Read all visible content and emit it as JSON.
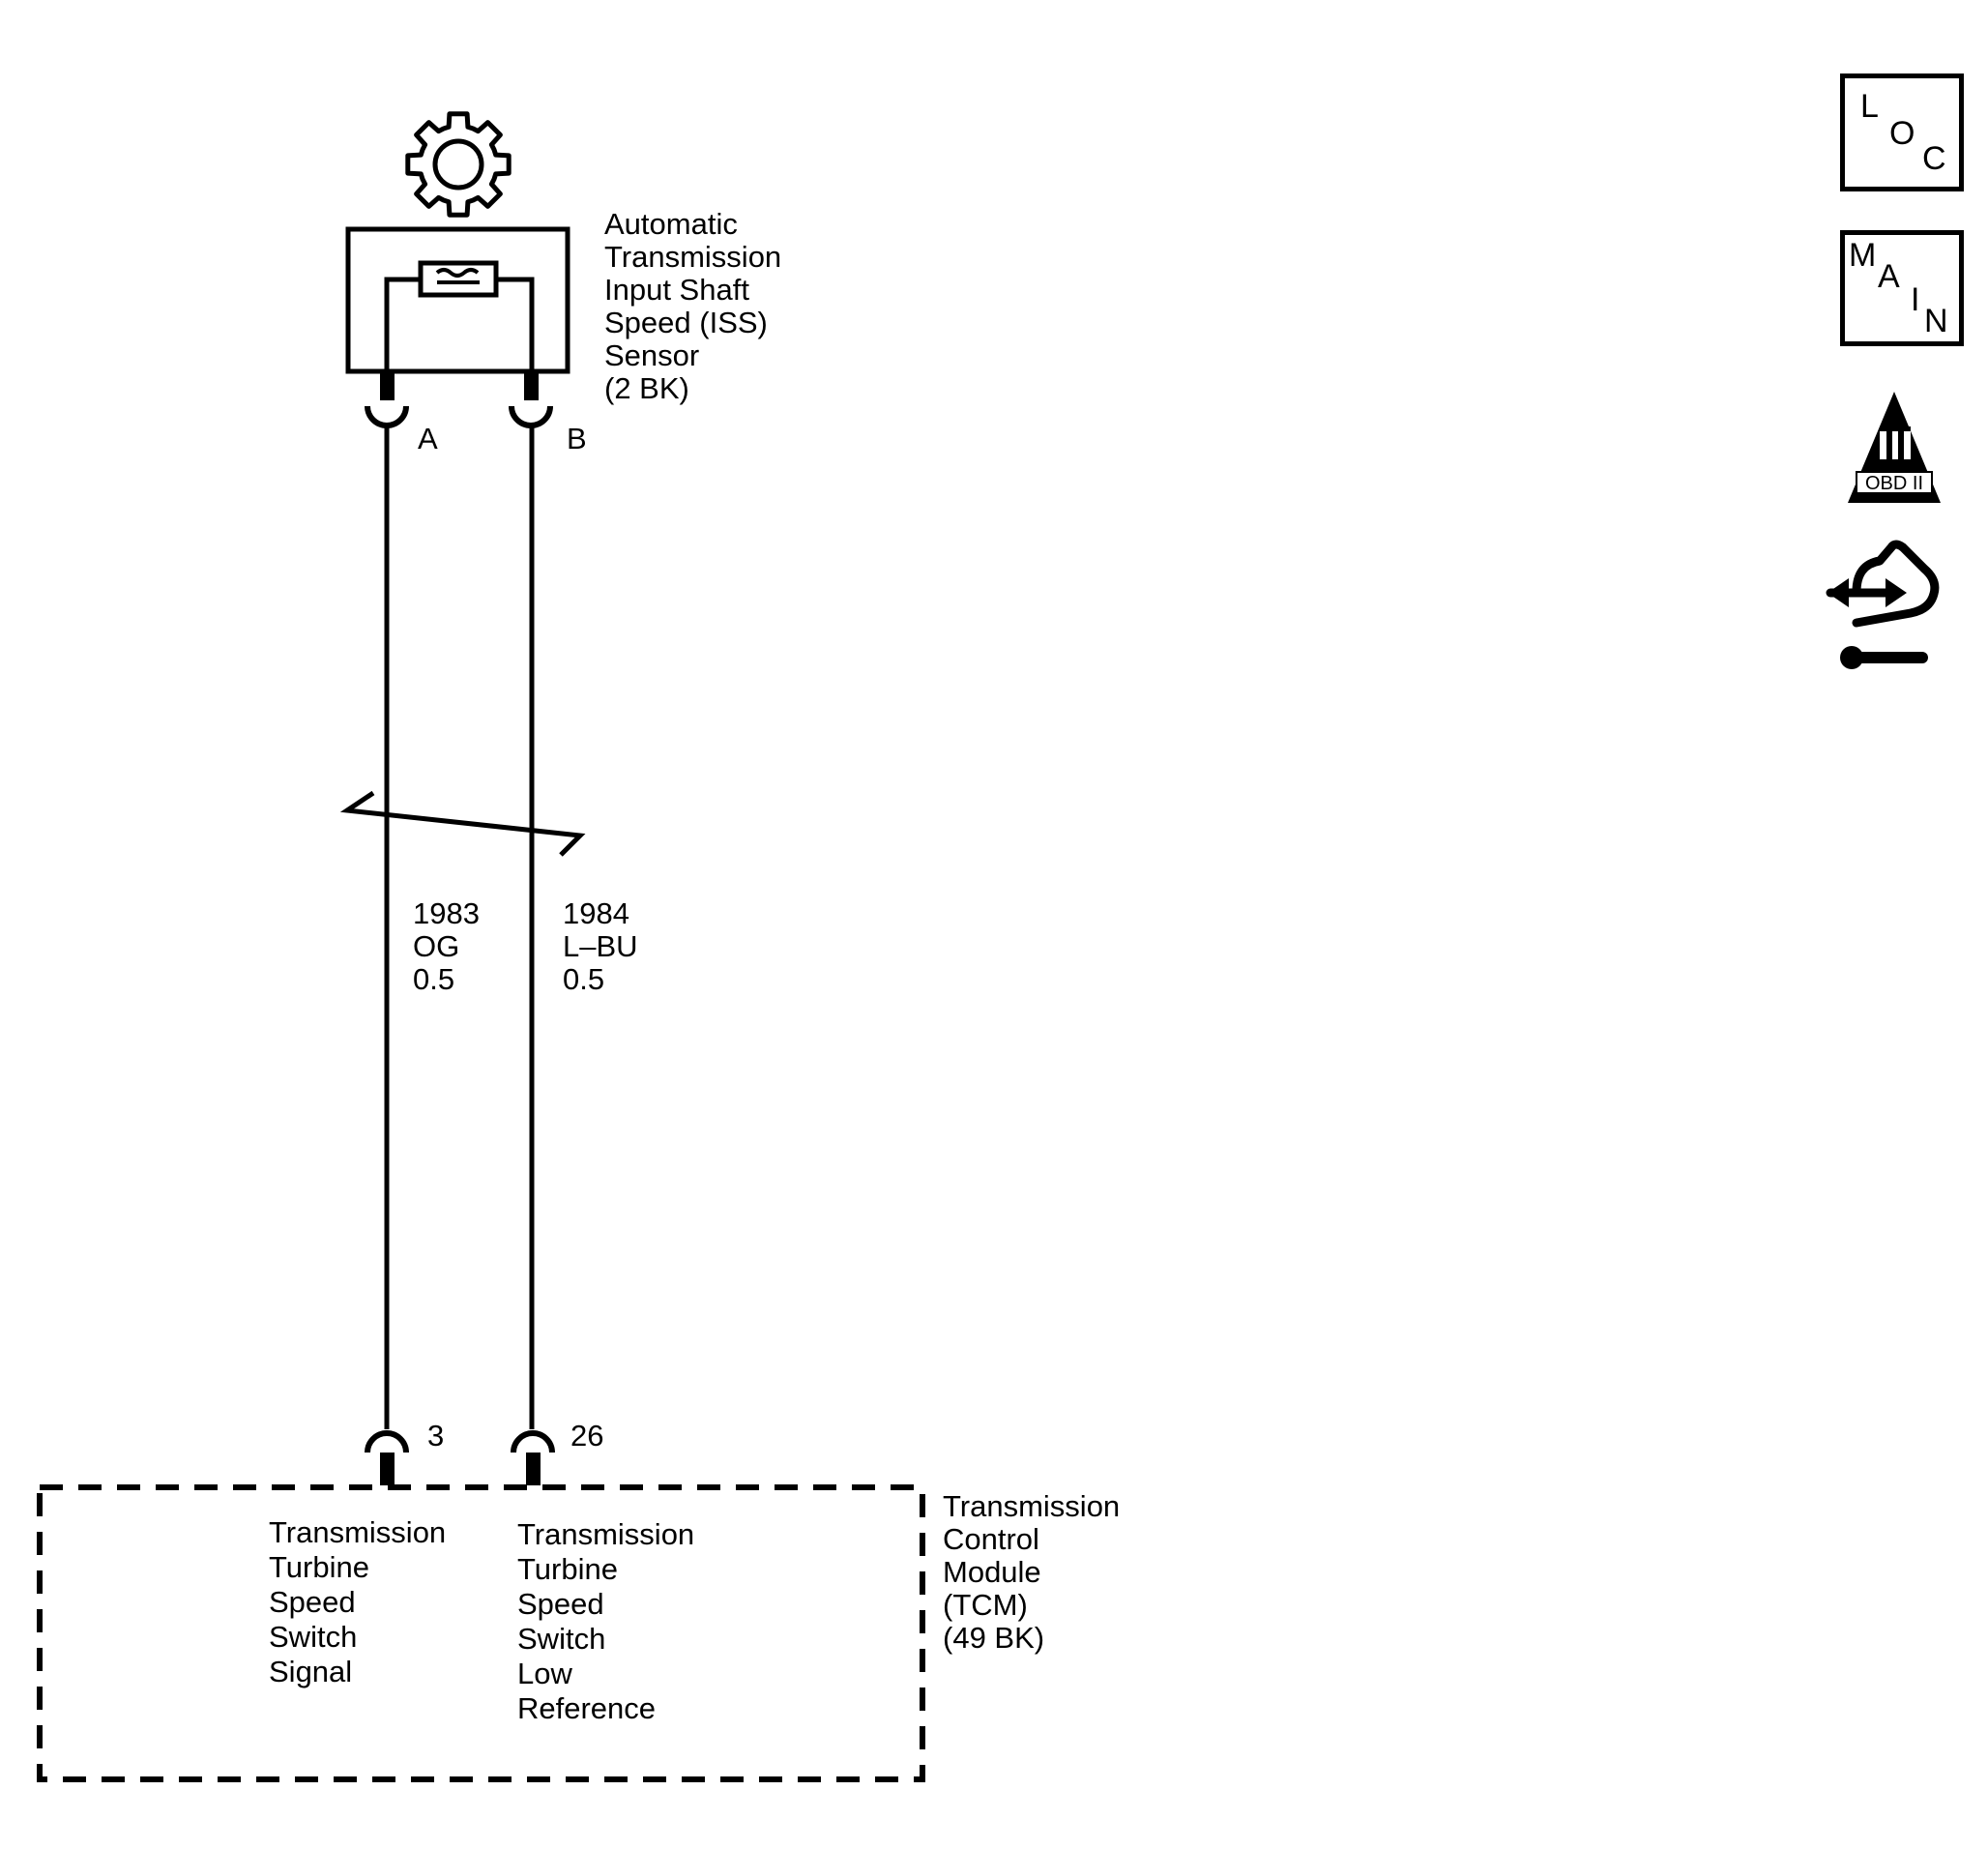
{
  "sensor": {
    "name_lines": [
      "Automatic",
      "Transmission",
      "Input Shaft",
      "Speed (ISS)",
      "Sensor",
      "(2 BK)"
    ],
    "pins": [
      "A",
      "B"
    ]
  },
  "wires": [
    {
      "circuit": "1983",
      "color": "OG",
      "size": "0.5"
    },
    {
      "circuit": "1984",
      "color": "L–BU",
      "size": "0.5"
    }
  ],
  "module": {
    "name_lines": [
      "Transmission",
      "Control",
      "Module",
      "(TCM)",
      "(49 BK)"
    ],
    "pins": [
      "3",
      "26"
    ],
    "signal_lines": [
      "Transmission",
      "Turbine",
      "Speed",
      "Switch",
      "Signal"
    ],
    "low_ref_lines": [
      "Transmission",
      "Turbine",
      "Speed",
      "Switch",
      "Low",
      "Reference"
    ]
  },
  "side_icons": {
    "loc": [
      "L",
      "O",
      "C"
    ],
    "main": [
      "M",
      "A",
      "I",
      "N"
    ],
    "obd": {
      "numeral": "II",
      "label": "OBD II"
    },
    "service": "service-wrench-hand-icon"
  }
}
